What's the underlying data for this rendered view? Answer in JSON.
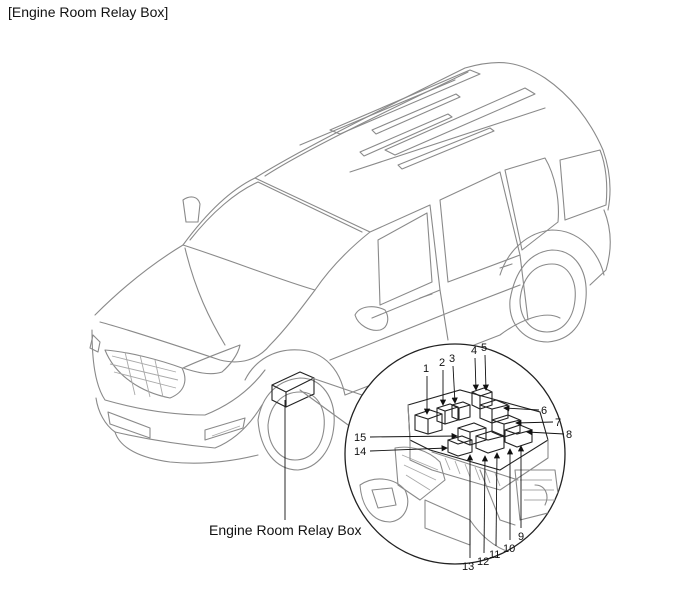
{
  "header": {
    "title": "[Engine Room Relay Box]"
  },
  "callout": {
    "label": "Engine Room Relay Box"
  },
  "relay_numbers": [
    "1",
    "2",
    "3",
    "4",
    "5",
    "6",
    "7",
    "8",
    "9",
    "10",
    "11",
    "12",
    "13",
    "14",
    "15"
  ]
}
